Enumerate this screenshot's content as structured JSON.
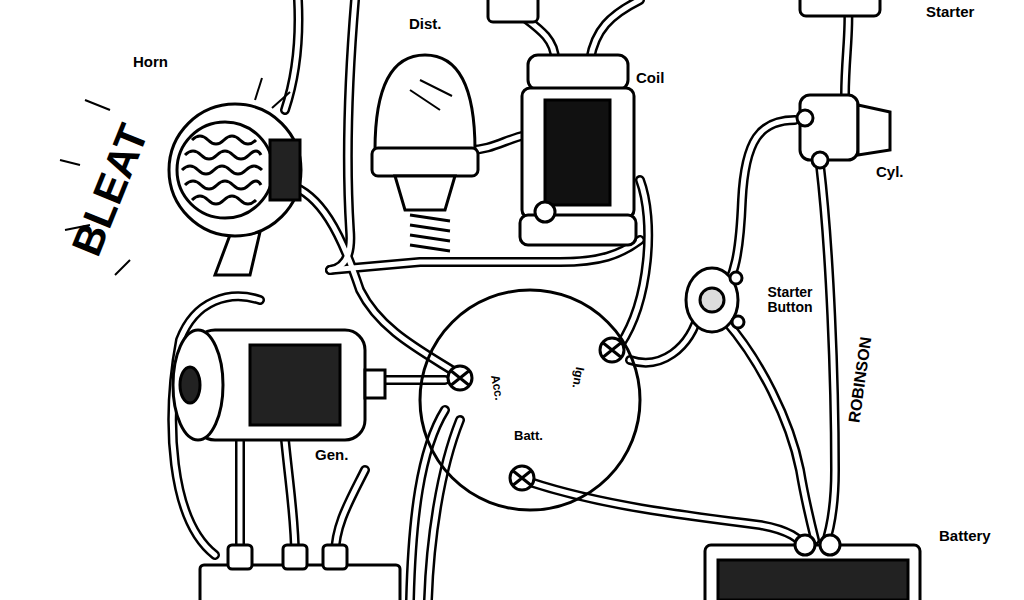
{
  "diagram": {
    "labels": [
      "Starter",
      "Horn",
      "BLEAT",
      "Dist.",
      "Coil",
      "Cyl.",
      "Starter Button",
      "Gen.",
      "Acc.",
      "Ign.",
      "Batt.",
      "Battery",
      "ROBINSON"
    ]
  }
}
